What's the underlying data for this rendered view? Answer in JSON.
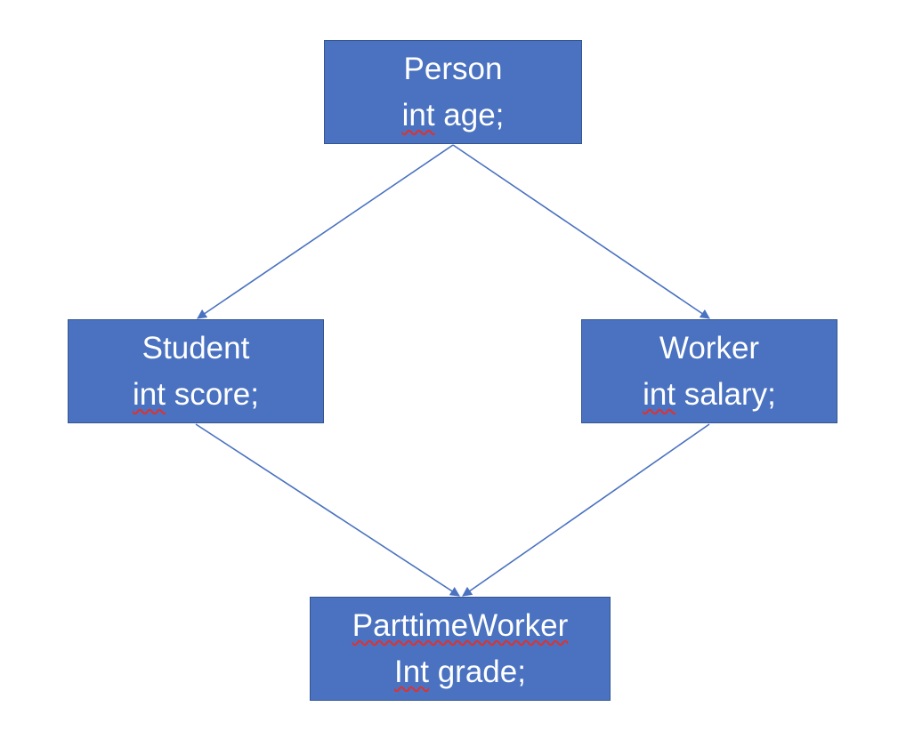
{
  "diagram": {
    "nodes": {
      "person": {
        "name": "Person",
        "field_type": "int",
        "field_rest": "age;"
      },
      "student": {
        "name": "Student",
        "field_type": "int",
        "field_rest": "score;"
      },
      "worker": {
        "name": "Worker",
        "field_type": "int",
        "field_rest": "salary;"
      },
      "parttime_worker": {
        "name": "ParttimeWorker",
        "field_type": "Int",
        "field_rest": "grade;"
      }
    },
    "edges": [
      {
        "from": "person",
        "to": "student"
      },
      {
        "from": "person",
        "to": "worker"
      },
      {
        "from": "student",
        "to": "parttime_worker"
      },
      {
        "from": "worker",
        "to": "parttime_worker"
      }
    ],
    "colors": {
      "node_fill": "#4a72c0",
      "node_border": "#34568f",
      "edge": "#4a72c0",
      "node_text": "#ffffff",
      "spellcheck_underline": "#e0312e"
    }
  }
}
